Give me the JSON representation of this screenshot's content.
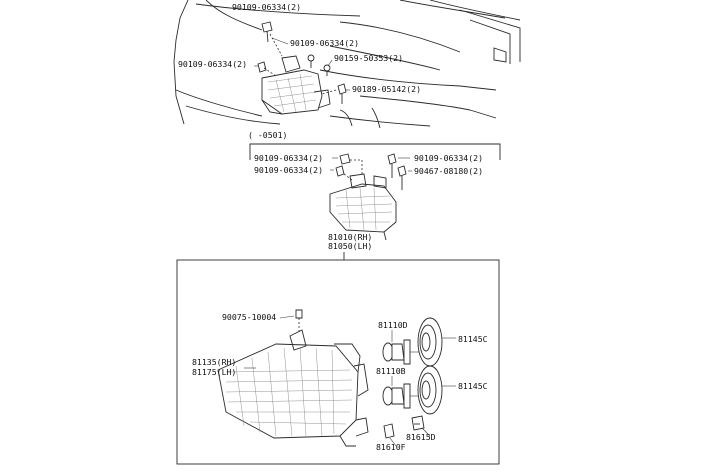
{
  "top_view": {
    "labels": {
      "bolt_a": "90109-06334(2)",
      "bolt_b": "90109-06334(2)",
      "bolt_c": "90109-06334(2)",
      "bolt_d": "90159-50353(2)",
      "bolt_e": "90189-05142(2)"
    }
  },
  "mid_view": {
    "range_note": "(    -0501)",
    "labels": {
      "bolt_f": "90109-06334(2)",
      "bolt_g": "90109-06334(2)",
      "bolt_h": "90109-06334(2)",
      "bolt_i": "90467-08180(2)"
    },
    "assembly": {
      "rh": "81010(RH)",
      "lh": "81050(LH)"
    }
  },
  "detail_view": {
    "labels": {
      "screw": "90075-10004",
      "unit_rh": "81135(RH)",
      "unit_lh": "81175(LH)",
      "bulb_d": "81110D",
      "bulb_b": "81110B",
      "cover_top": "81145C",
      "cover_bottom": "81145C",
      "socket": "81615D",
      "bulb_f": "81610F"
    }
  }
}
